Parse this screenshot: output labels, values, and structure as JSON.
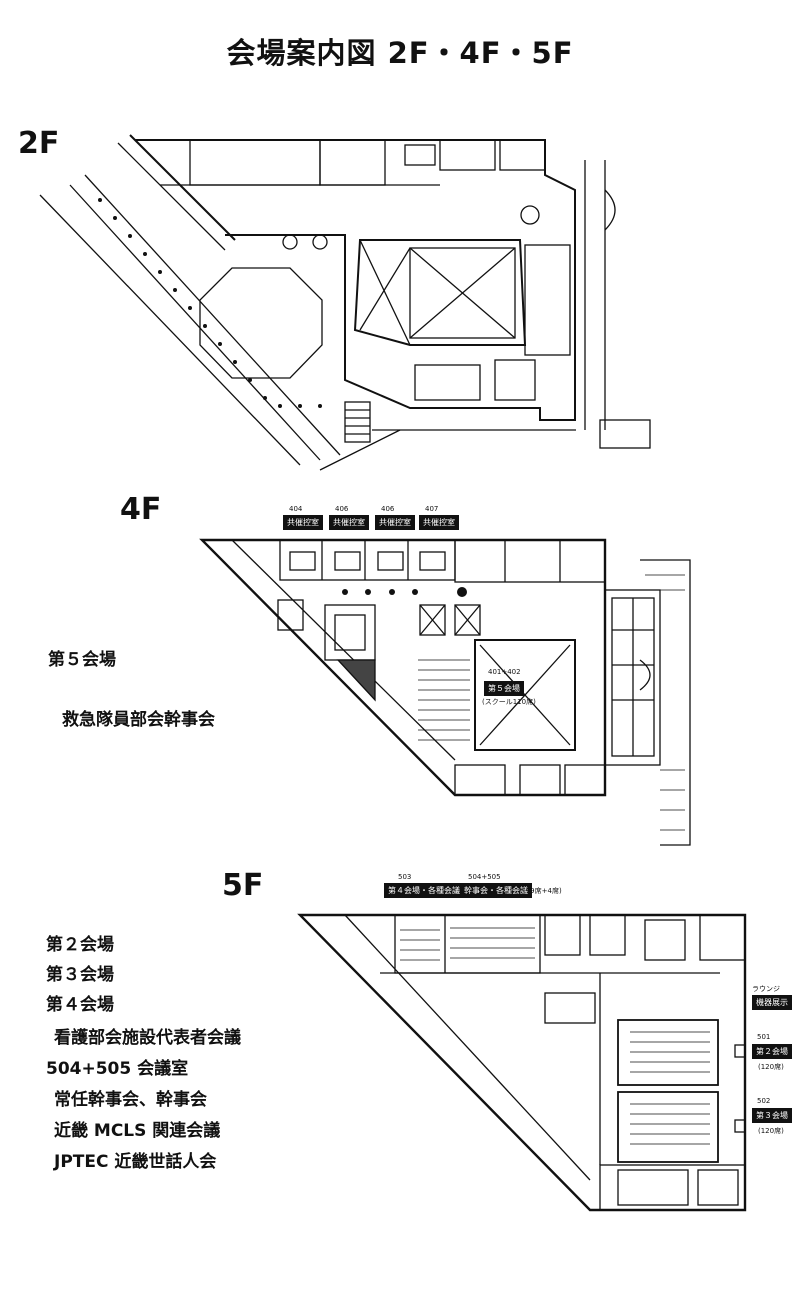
{
  "title": "会場案内図 2F・4F・5F",
  "floors": {
    "f2": {
      "label": "2F"
    },
    "f4": {
      "label": "4F",
      "rooms": [
        {
          "num": "404",
          "tag": "共催控室"
        },
        {
          "num": "406",
          "tag": "共催控室"
        },
        {
          "num": "406",
          "tag": "共催控室"
        },
        {
          "num": "407",
          "tag": "共催控室"
        }
      ],
      "hall": {
        "num": "401+402",
        "tag": "第５会場",
        "seats": "(スクール110席)"
      },
      "side": [
        "第５会場",
        "救急隊員部会幹事会"
      ]
    },
    "f5": {
      "label": "5F",
      "top_rooms": [
        {
          "num": "503",
          "tag": "第４会場・各種会議"
        },
        {
          "num": "504+505",
          "tag": "幹事会・各種会議",
          "seats": "(99席+4席)"
        }
      ],
      "right_rooms": [
        {
          "num": "ラウンジ",
          "tag": "機器展示"
        },
        {
          "num": "501",
          "tag": "第２会場",
          "seats": "(120席)"
        },
        {
          "num": "502",
          "tag": "第３会場",
          "seats": "(120席)"
        }
      ],
      "side": [
        "第２会場",
        "第３会場",
        "第４会場",
        "看護部会施設代表者会議",
        "504+505 会議室",
        "常任幹事会、幹事会",
        "近畿 MCLS 関連会議",
        "JPTEC 近畿世話人会"
      ]
    }
  }
}
